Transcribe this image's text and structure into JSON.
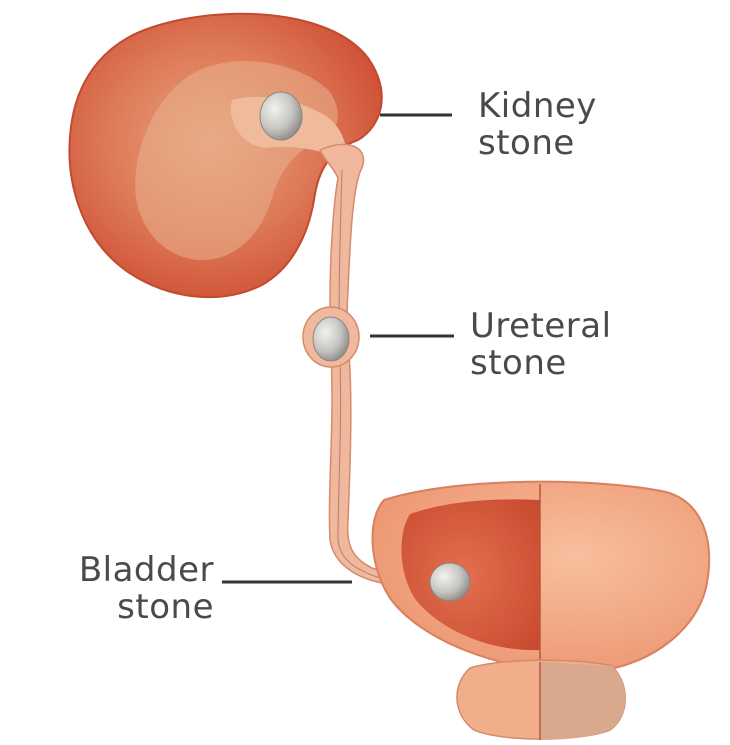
{
  "labels": {
    "kidney": {
      "line1": "Kidney",
      "line2": "stone"
    },
    "ureteral": {
      "line1": "Ureteral",
      "line2": "stone"
    },
    "bladder": {
      "line1": "Bladder",
      "line2": "stone"
    }
  },
  "colors": {
    "kidney_outer": "#d55a3c",
    "kidney_inner": "#ecae8c",
    "ureter": "#f0b89c",
    "bladder_outer": "#f4a683",
    "bladder_inner": "#d9583a",
    "prostate": "#f2b08c",
    "stone": "#c6c4c2",
    "leader_line": "#333333",
    "text": "#4a4a4a"
  }
}
